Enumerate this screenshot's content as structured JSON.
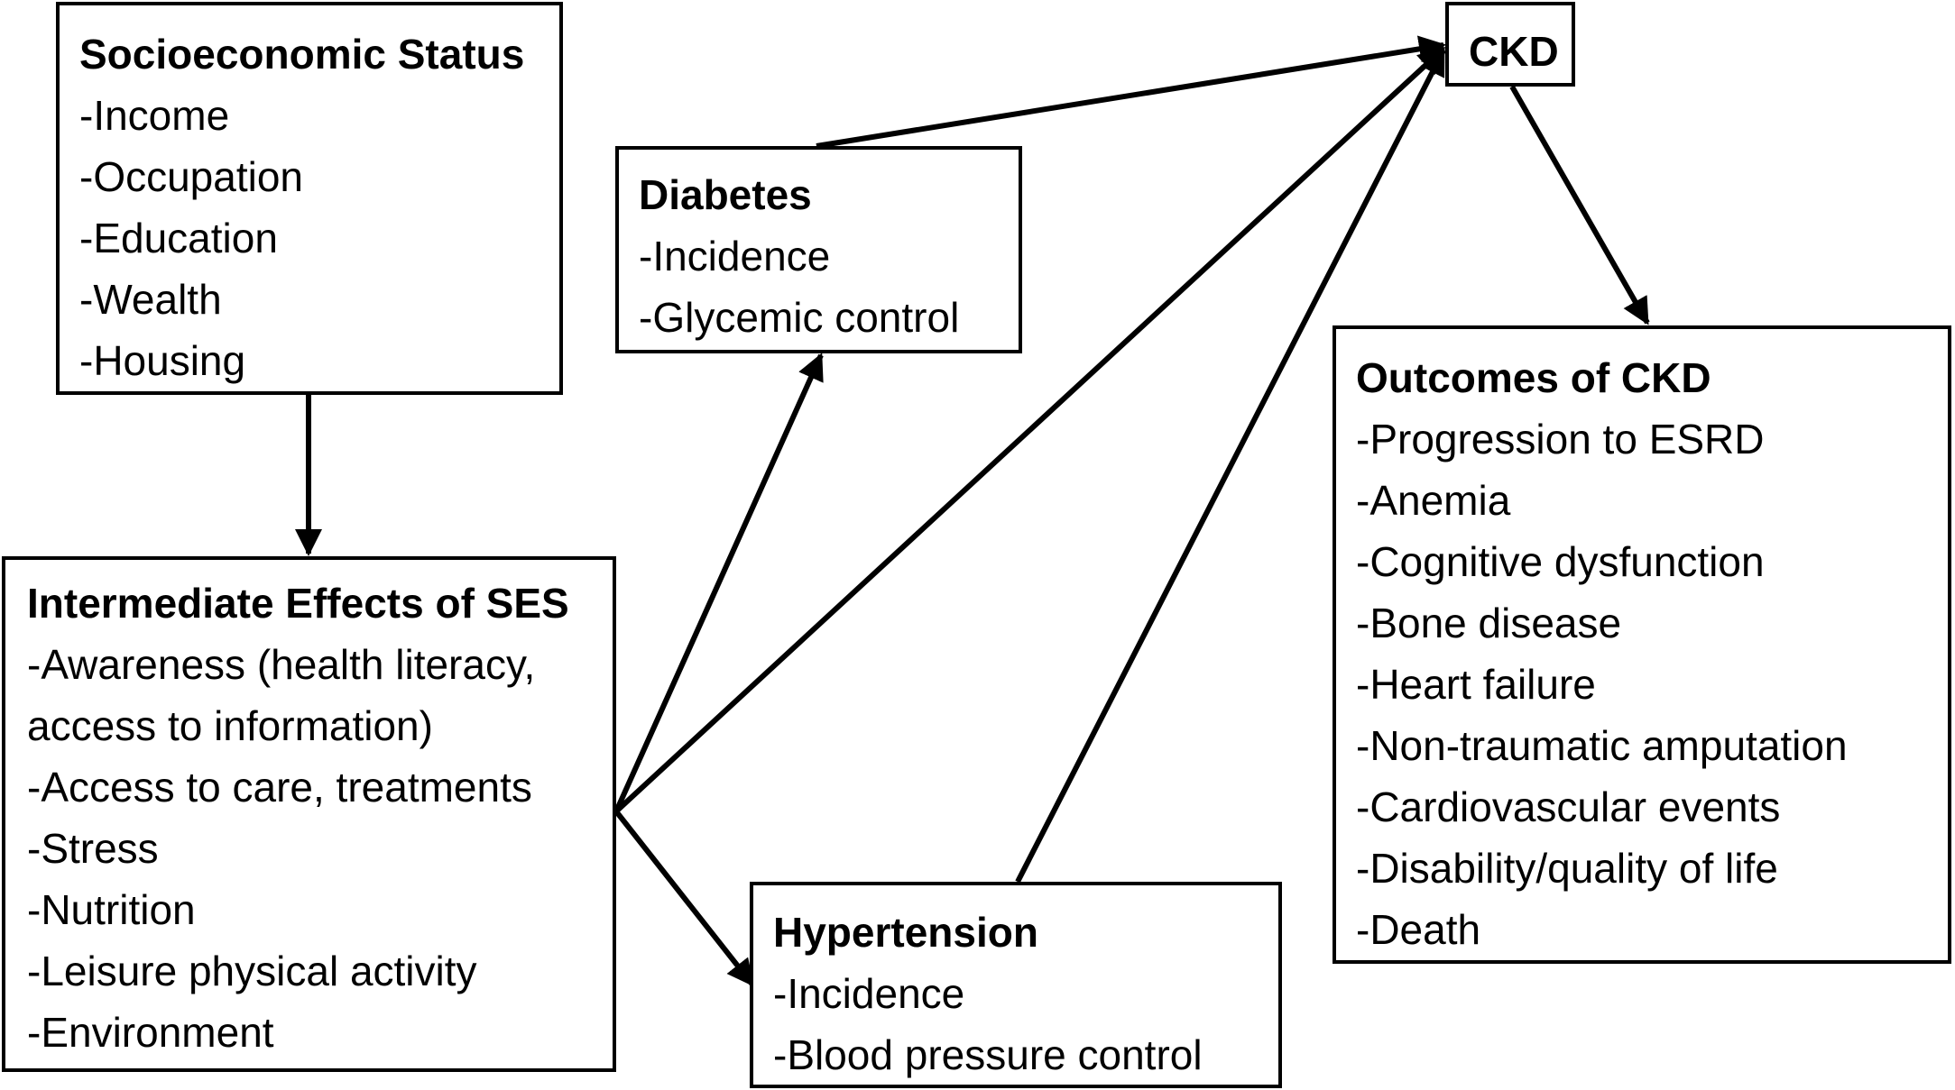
{
  "boxes": {
    "ses": {
      "title": "Socioeconomic Status",
      "items": [
        "-Income",
        "-Occupation",
        "-Education",
        "-Wealth",
        "-Housing"
      ]
    },
    "intermediate": {
      "title": "Intermediate Effects of SES",
      "items": [
        "-Awareness (health literacy,",
        "access to information)",
        "-Access to care, treatments",
        "-Stress",
        "-Nutrition",
        "-Leisure physical activity",
        "-Environment"
      ]
    },
    "diabetes": {
      "title": "Diabetes",
      "items": [
        "-Incidence",
        "-Glycemic control"
      ]
    },
    "hypertension": {
      "title": "Hypertension",
      "items": [
        "-Incidence",
        "-Blood pressure control"
      ]
    },
    "ckd": {
      "title": "CKD"
    },
    "outcomes": {
      "title": "Outcomes of CKD",
      "items": [
        "-Progression to ESRD",
        "-Anemia",
        "-Cognitive dysfunction",
        "-Bone disease",
        "-Heart failure",
        "-Non-traumatic amputation",
        "-Cardiovascular events",
        "-Disability/quality of life",
        "-Death"
      ]
    }
  },
  "edges": [
    {
      "from": "ses",
      "to": "intermediate"
    },
    {
      "from": "intermediate",
      "to": "diabetes"
    },
    {
      "from": "intermediate",
      "to": "hypertension"
    },
    {
      "from": "intermediate",
      "to": "ckd"
    },
    {
      "from": "diabetes",
      "to": "ckd"
    },
    {
      "from": "hypertension",
      "to": "ckd"
    },
    {
      "from": "ckd",
      "to": "outcomes"
    }
  ]
}
